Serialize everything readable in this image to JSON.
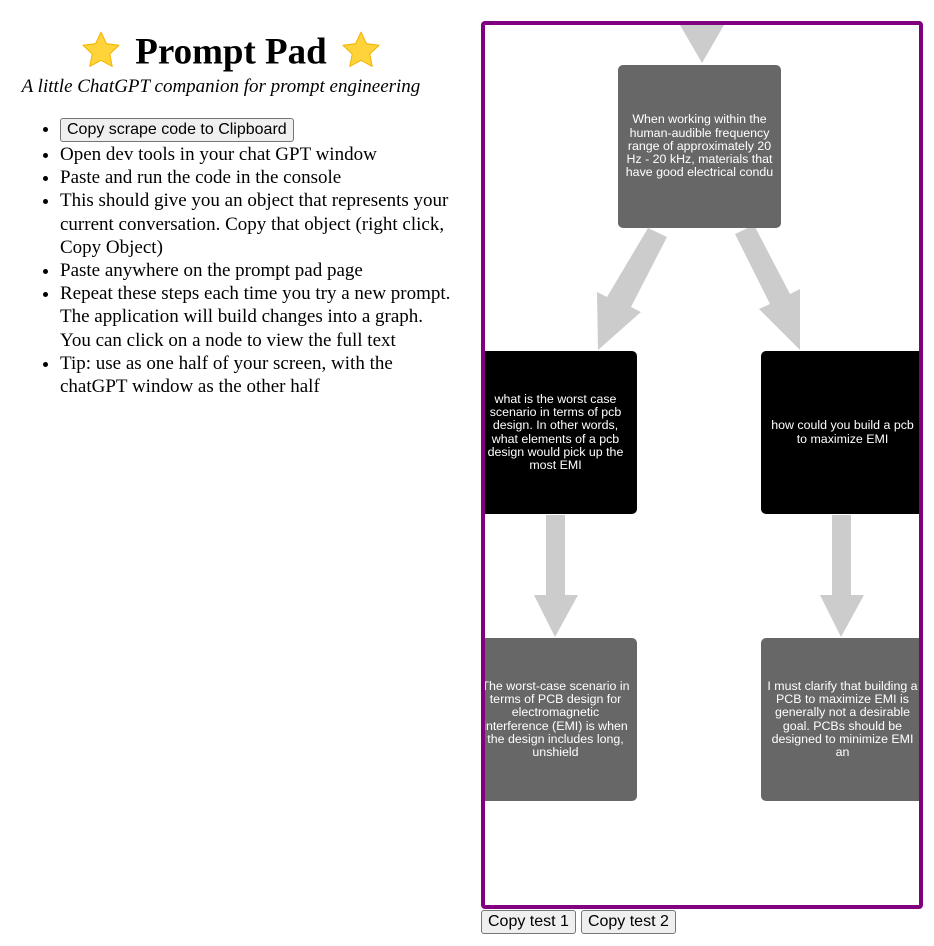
{
  "header": {
    "title": "Prompt Pad",
    "subtitle": "A little ChatGPT companion for prompt engineering",
    "star_color": "#FFD43B"
  },
  "steps": {
    "copy_button_label": "Copy scrape code to Clipboard",
    "items": [
      "Open dev tools in your chat GPT window",
      "Paste and run the code in the console",
      "This should give you an object that represents your current conversation. Copy that object (right click, Copy Object)",
      "Paste anywhere on the prompt pad page",
      "Repeat these steps each time you try a new prompt. The application will build changes into a graph. You can click on a node to view the full text",
      "Tip: use as one half of your screen, with the chatGPT window as the other half"
    ]
  },
  "graph": {
    "border_color": "#800080",
    "edge_color": "#CCCCCC",
    "nodes": [
      {
        "id": "root",
        "kind": "response",
        "color": "#676767",
        "text": "When working within the human-audible frequency range of approximately 20 Hz - 20 kHz, materials that have good electrical condu"
      },
      {
        "id": "left-prompt",
        "kind": "prompt",
        "color": "#000000",
        "text": "what is the worst case scenario in terms of pcb design. In other words, what elements of a pcb design would pick up the most EMI"
      },
      {
        "id": "right-prompt",
        "kind": "prompt",
        "color": "#000000",
        "text": "how could you build a pcb to maximize EMI"
      },
      {
        "id": "left-response",
        "kind": "response",
        "color": "#676767",
        "text": "The worst-case scenario in terms of PCB design for electromagnetic interference (EMI) is when the design includes long, unshield"
      },
      {
        "id": "right-response",
        "kind": "response",
        "color": "#676767",
        "text": "I must clarify that building a PCB to maximize EMI is generally not a desirable goal. PCBs should be designed to minimize EMI an"
      }
    ]
  },
  "footer": {
    "buttons": [
      "Copy test 1",
      "Copy test 2"
    ]
  }
}
